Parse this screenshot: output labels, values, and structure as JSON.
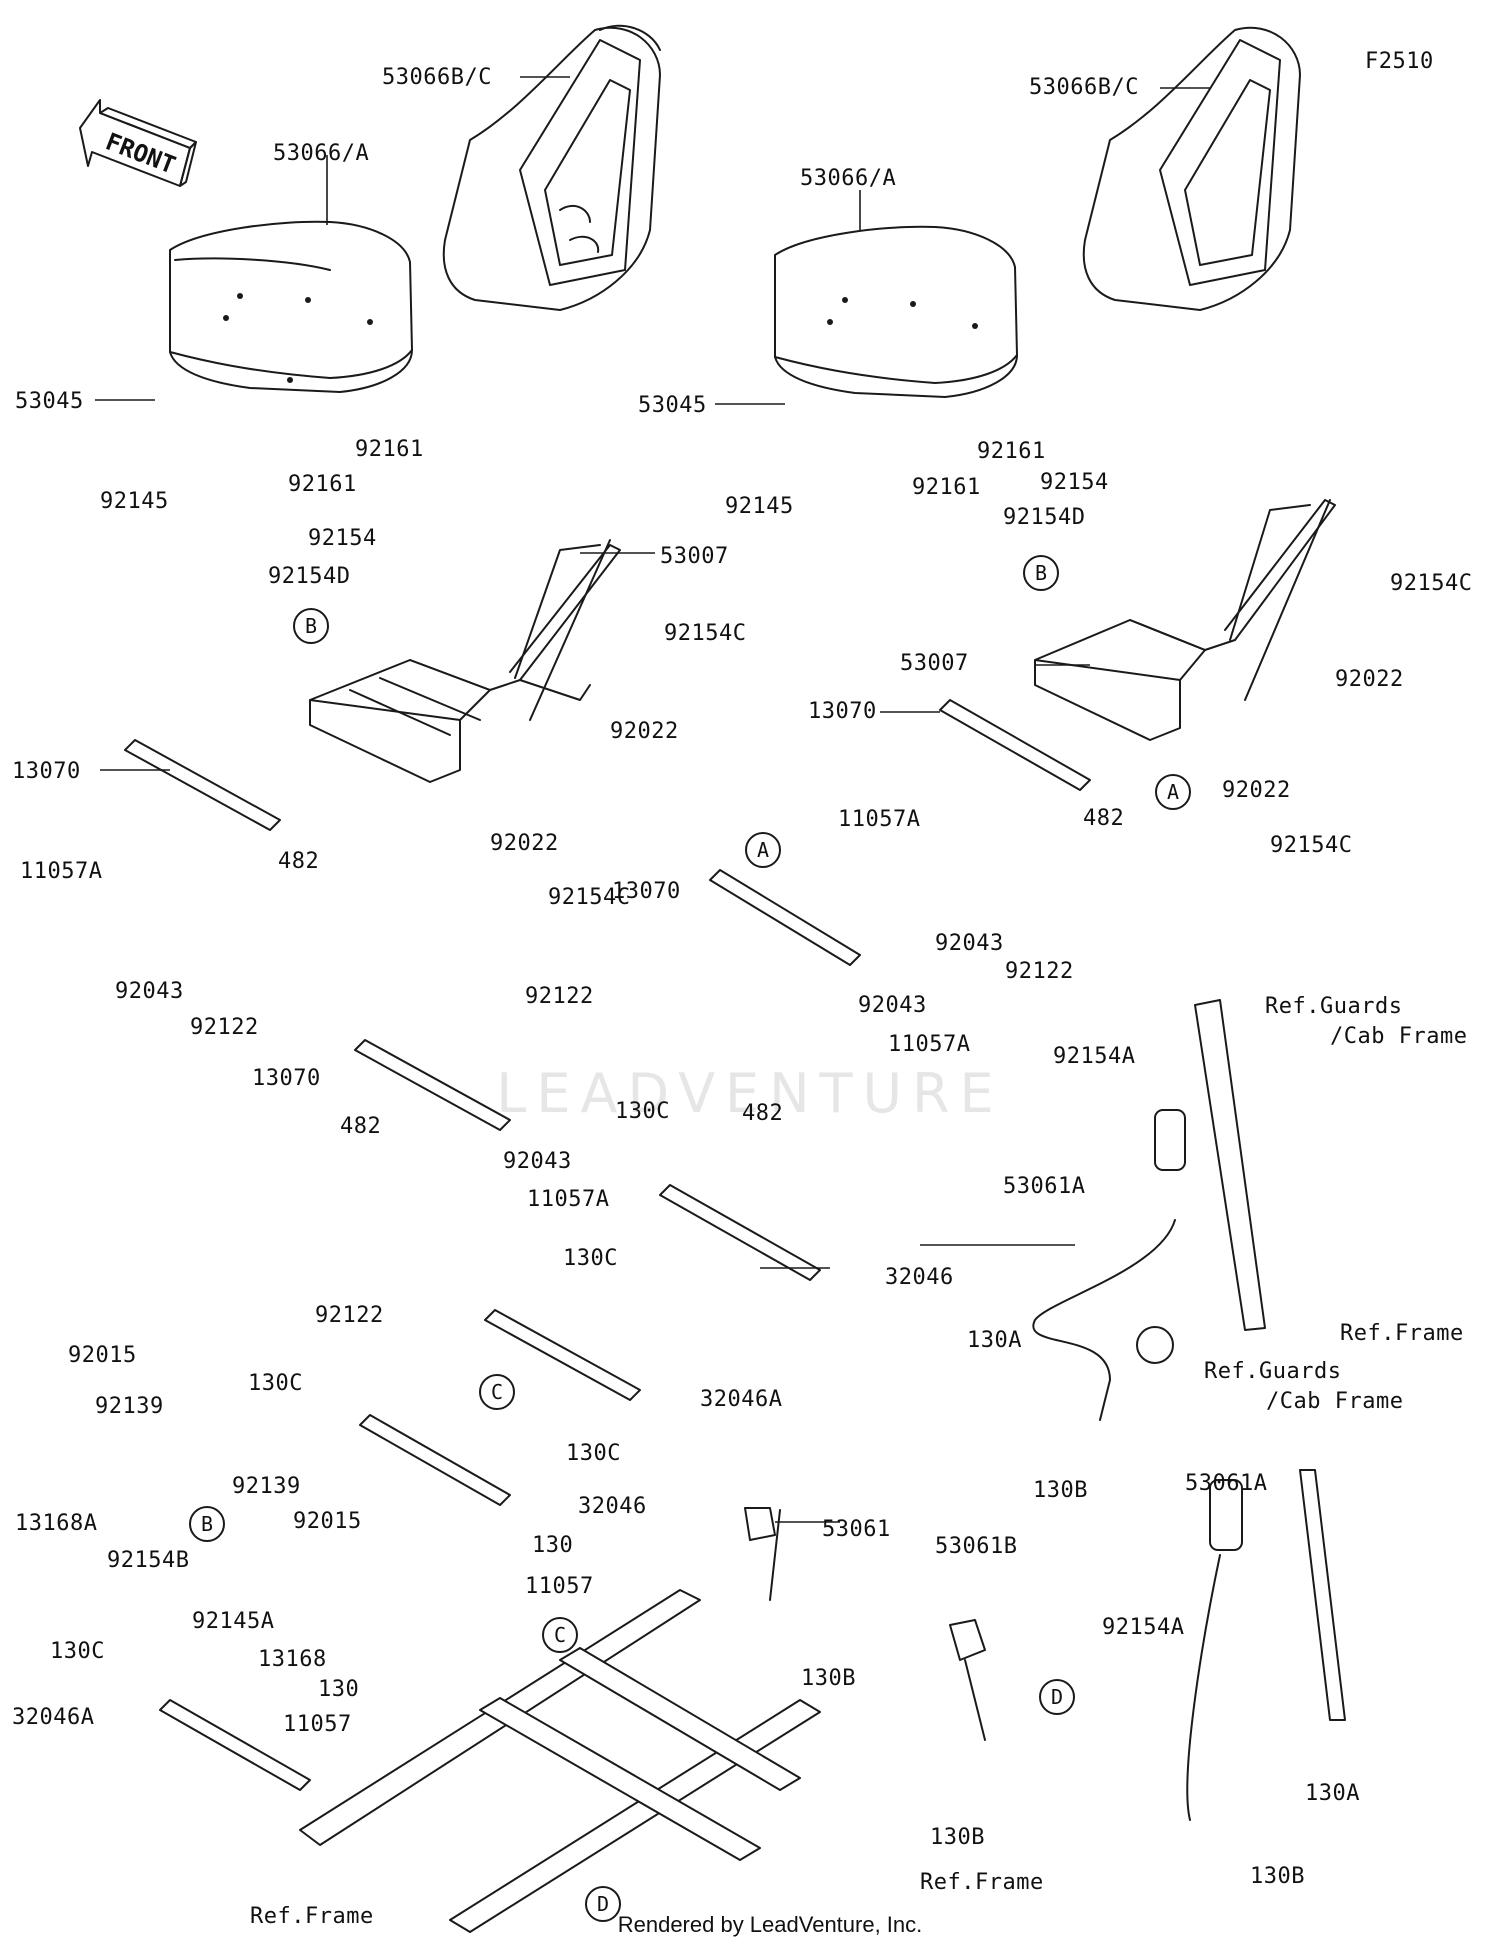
{
  "figure_code": "F2510",
  "front_label": "FRONT",
  "watermark": "LEADVENTURE",
  "footer": "Rendered by LeadVenture, Inc.",
  "callouts": [
    {
      "id": "53066B/C",
      "text": "53066B/C"
    },
    {
      "id": "53066/A",
      "text": "53066/A"
    },
    {
      "id": "53045",
      "text": "53045"
    },
    {
      "id": "92145",
      "text": "92145"
    },
    {
      "id": "92161",
      "text": "92161"
    },
    {
      "id": "92154",
      "text": "92154"
    },
    {
      "id": "92154D",
      "text": "92154D"
    },
    {
      "id": "53007",
      "text": "53007"
    },
    {
      "id": "92154C",
      "text": "92154C"
    },
    {
      "id": "92022",
      "text": "92022"
    },
    {
      "id": "13070",
      "text": "13070"
    },
    {
      "id": "11057A",
      "text": "11057A"
    },
    {
      "id": "482",
      "text": "482"
    },
    {
      "id": "92043",
      "text": "92043"
    },
    {
      "id": "92122",
      "text": "92122"
    },
    {
      "id": "130C",
      "text": "130C"
    },
    {
      "id": "32046",
      "text": "32046"
    },
    {
      "id": "32046A",
      "text": "32046A"
    },
    {
      "id": "92015",
      "text": "92015"
    },
    {
      "id": "92139",
      "text": "92139"
    },
    {
      "id": "13168A",
      "text": "13168A"
    },
    {
      "id": "92154B",
      "text": "92154B"
    },
    {
      "id": "92145A",
      "text": "92145A"
    },
    {
      "id": "13168",
      "text": "13168"
    },
    {
      "id": "130",
      "text": "130"
    },
    {
      "id": "11057",
      "text": "11057"
    },
    {
      "id": "53061",
      "text": "53061"
    },
    {
      "id": "130B",
      "text": "130B"
    },
    {
      "id": "130A",
      "text": "130A"
    },
    {
      "id": "92154A",
      "text": "92154A"
    },
    {
      "id": "53061A",
      "text": "53061A"
    },
    {
      "id": "53061B",
      "text": "53061B"
    },
    {
      "id": "ref_guards",
      "text": "Ref.Guards"
    },
    {
      "id": "cab_frame",
      "text": "/Cab Frame"
    },
    {
      "id": "ref_frame",
      "text": "Ref.Frame"
    }
  ],
  "circle_refs": [
    "A",
    "B",
    "C",
    "D"
  ]
}
